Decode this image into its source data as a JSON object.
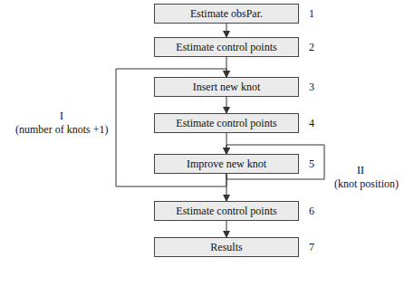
{
  "diagram": {
    "nodes": [
      {
        "text": [
          "Estimate obsPar."
        ]
      },
      {
        "text": [
          "Estimate control points"
        ]
      },
      {
        "text": [
          "Insert new knot"
        ]
      },
      {
        "text": [
          "Estimate control points"
        ]
      },
      {
        "text": [
          "Improve new knot"
        ]
      },
      {
        "text": [
          "Estimate control points"
        ]
      },
      {
        "text": [
          "Results"
        ]
      }
    ],
    "edges": [
      {
        "from": 0,
        "to": 1,
        "arrow": "to"
      },
      {
        "from": 1,
        "to": 2,
        "arrow": "to"
      },
      {
        "from": 2,
        "to": 3,
        "arrow": "to"
      },
      {
        "from": 3,
        "to": 4,
        "arrow": "to"
      },
      {
        "from": 4,
        "to": 5,
        "arrow": "to"
      },
      {
        "from": 5,
        "to": 6,
        "arrow": "to"
      },
      {
        "from": 4,
        "to": 2,
        "arrow": "to"
      },
      {
        "from": 4,
        "to": 4,
        "arrow": "to"
      }
    ],
    "labels": [
      "1",
      "2",
      "3",
      "4",
      "5",
      "6",
      "7",
      "I",
      "(number of knots +1)",
      "II",
      "(knot position)"
    ]
  }
}
